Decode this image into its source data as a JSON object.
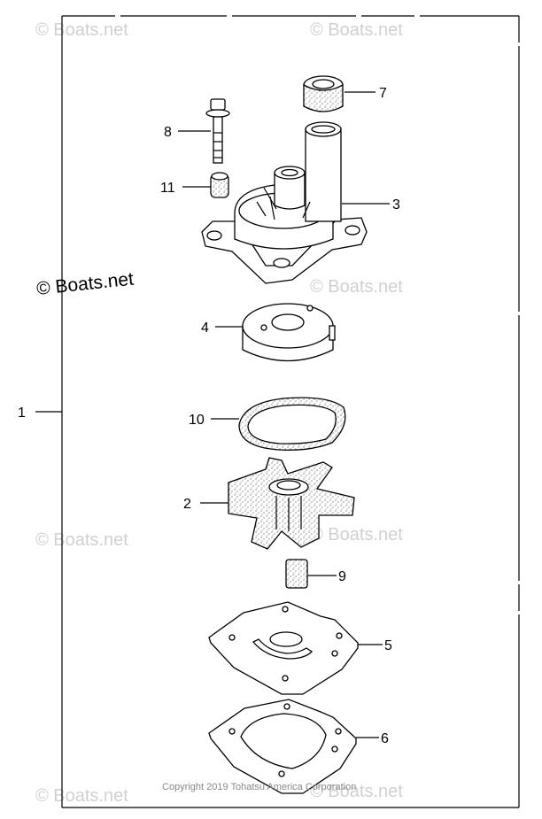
{
  "callouts": {
    "c1": "1",
    "c2": "2",
    "c3": "3",
    "c4": "4",
    "c5": "5",
    "c6": "6",
    "c7": "7",
    "c8": "8",
    "c9": "9",
    "c10": "10",
    "c11": "11"
  },
  "watermark": {
    "text": "© Boats.net"
  },
  "copyright": "Copyright 2019 Tohatsu America Corporation"
}
